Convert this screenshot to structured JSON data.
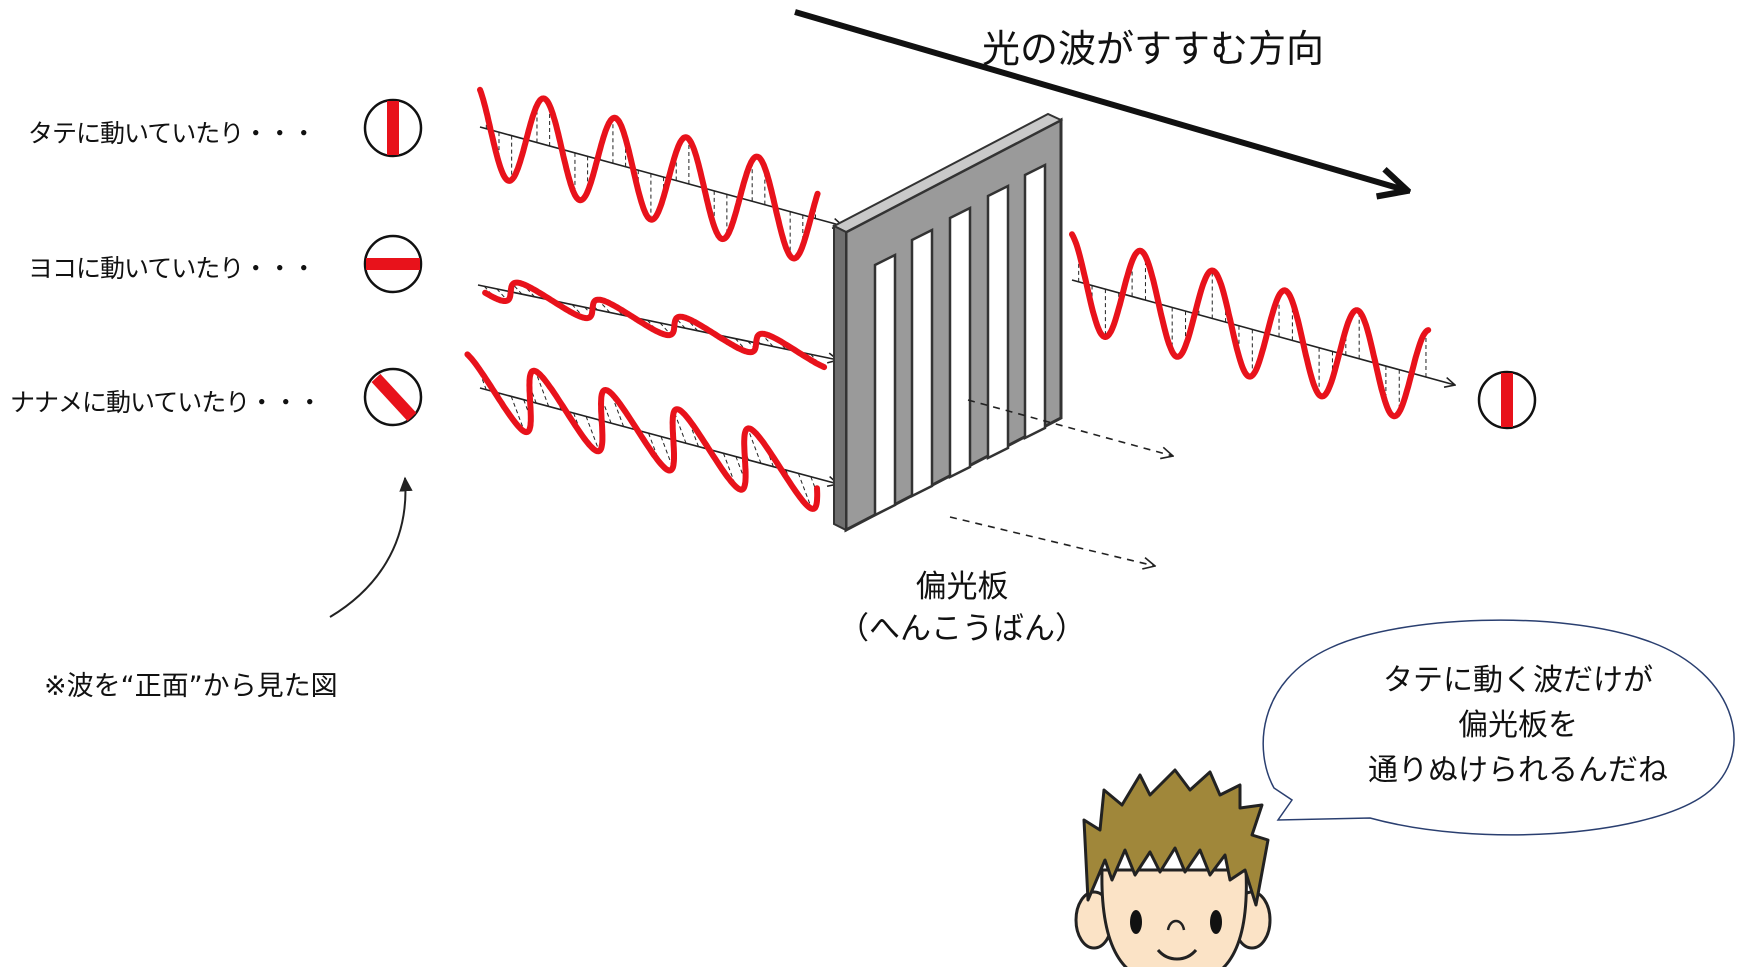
{
  "direction_label": "光の波がすすむ方向",
  "rows": [
    {
      "label": "タテに動いていたり・・・",
      "orientation": "vertical"
    },
    {
      "label": "ヨコに動いていたり・・・",
      "orientation": "horizontal"
    },
    {
      "label": "ナナメに動いていたり・・・",
      "orientation": "diagonal"
    }
  ],
  "output_orientation": "vertical",
  "polarizer": {
    "line1": "偏光板",
    "line2": "（へんこうばん）"
  },
  "front_view_note": "※波を“正面”から見た図",
  "speech_bubble": {
    "lines": [
      "タテに動く波だけが",
      "偏光板を",
      "通りぬけられるんだね"
    ]
  },
  "colors": {
    "wave": "#e8121b",
    "axis": "#222222",
    "plate": "#9a9a9a",
    "hair": "#a0873a",
    "skin": "#fbe3c6"
  },
  "icons": [
    "front-view-circle-icon",
    "curved-arrow-icon",
    "boy-character-icon",
    "speech-bubble-icon"
  ]
}
